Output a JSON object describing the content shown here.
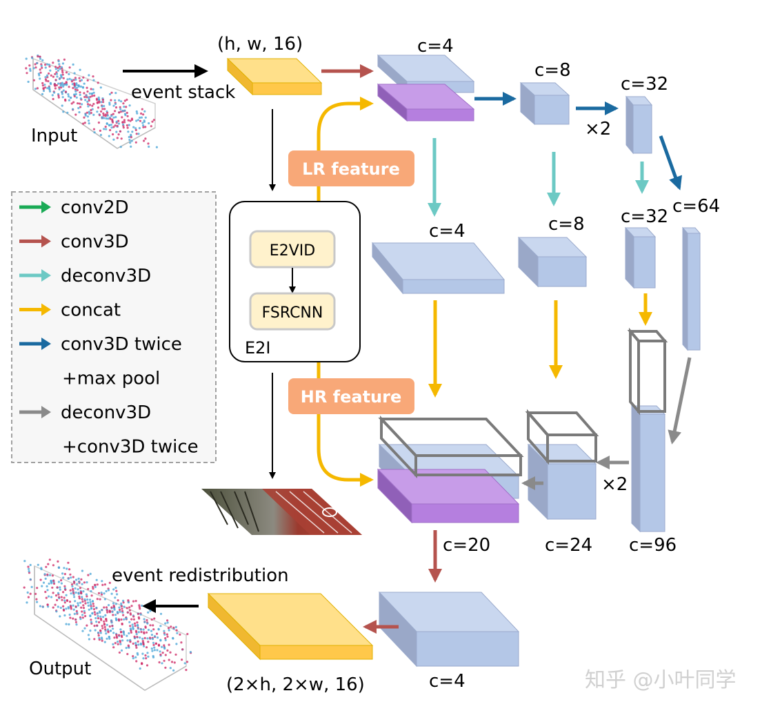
{
  "labels": {
    "hw16": "(h, w, 16)",
    "event_stack": "event stack",
    "input": "Input",
    "output": "Output",
    "event_redistribution": "event redistribution",
    "out_dims": "(2×h, 2×w, 16)",
    "lr_feature": "LR feature",
    "hr_feature": "HR feature",
    "e2vid": "E2VID",
    "fsrcnn": "FSRCNN",
    "e2i": "E2I",
    "c4_top": "c=4",
    "c8_top": "c=8",
    "c32_top": "c=32",
    "x2_top": "×2",
    "c4_mid": "c=4",
    "c8_mid": "c=8",
    "c32_mid": "c=32",
    "c64": "c=64",
    "c20": "c=20",
    "c24": "c=24",
    "c96": "c=96",
    "x2_bottom": "×2",
    "c4_bottom": "c=4",
    "watermark": "知乎 @小叶同学"
  },
  "legend": [
    {
      "label": "conv2D",
      "color": "#1aaa55"
    },
    {
      "label": "conv3D",
      "color": "#b5534e"
    },
    {
      "label": "deconv3D",
      "color": "#6cc9c4"
    },
    {
      "label": "concat",
      "color": "#f5b800"
    },
    {
      "label": "conv3D twice",
      "color": "#1a6aa0"
    },
    {
      "label": "+max pool",
      "color": ""
    },
    {
      "label": "deconv3D",
      "color": "#8a8a8a"
    },
    {
      "label": "+conv3D twice",
      "color": ""
    }
  ],
  "colors": {
    "block_blue": "#b4c7e7",
    "block_purple": "#b57fdf",
    "block_yellow": "#ffd966",
    "label_orange": "#f8a878",
    "outline_gray": "#7a7a7a"
  }
}
